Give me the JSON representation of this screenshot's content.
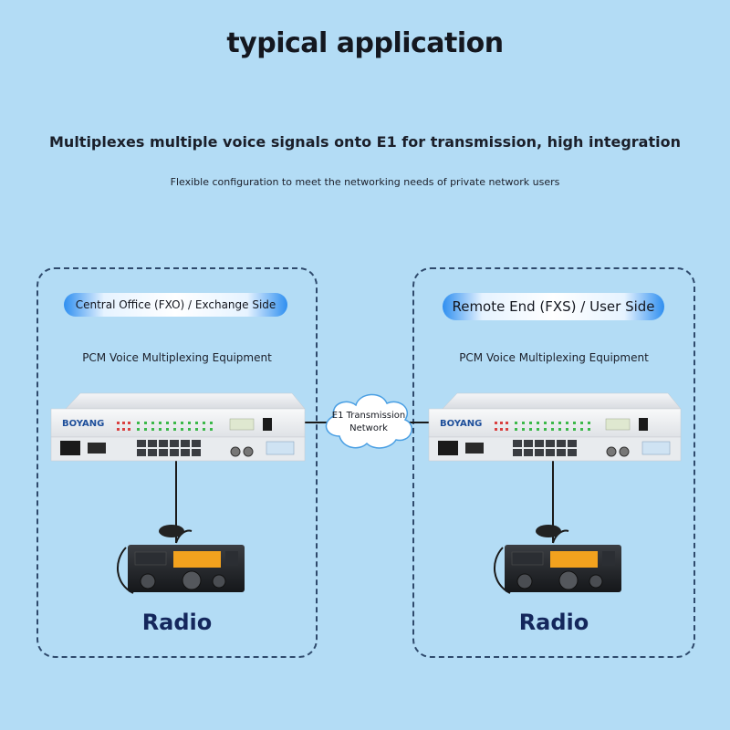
{
  "header": {
    "title": "typical application",
    "subtitle": "Multiplexes multiple voice signals onto E1 for transmission, high integration",
    "description": "Flexible configuration to meet the networking needs of private network users"
  },
  "left": {
    "side_label": "Central Office (FXO) / Exchange Side",
    "equipment_label": "PCM Voice Multiplexing Equipment",
    "brand": "BOYANG",
    "device_label": "Radio"
  },
  "right": {
    "side_label": "Remote End (FXS) / User Side",
    "equipment_label": "PCM Voice Multiplexing Equipment",
    "brand": "BOYANG",
    "device_label": "Radio"
  },
  "network": {
    "line1": "E1 Transmission",
    "line2": "Network"
  },
  "colors": {
    "background": "#b3dcf5",
    "panel_border": "#2f4a6c",
    "pill_accent": "#2f8ff0",
    "radio_display": "#f2a21e"
  }
}
